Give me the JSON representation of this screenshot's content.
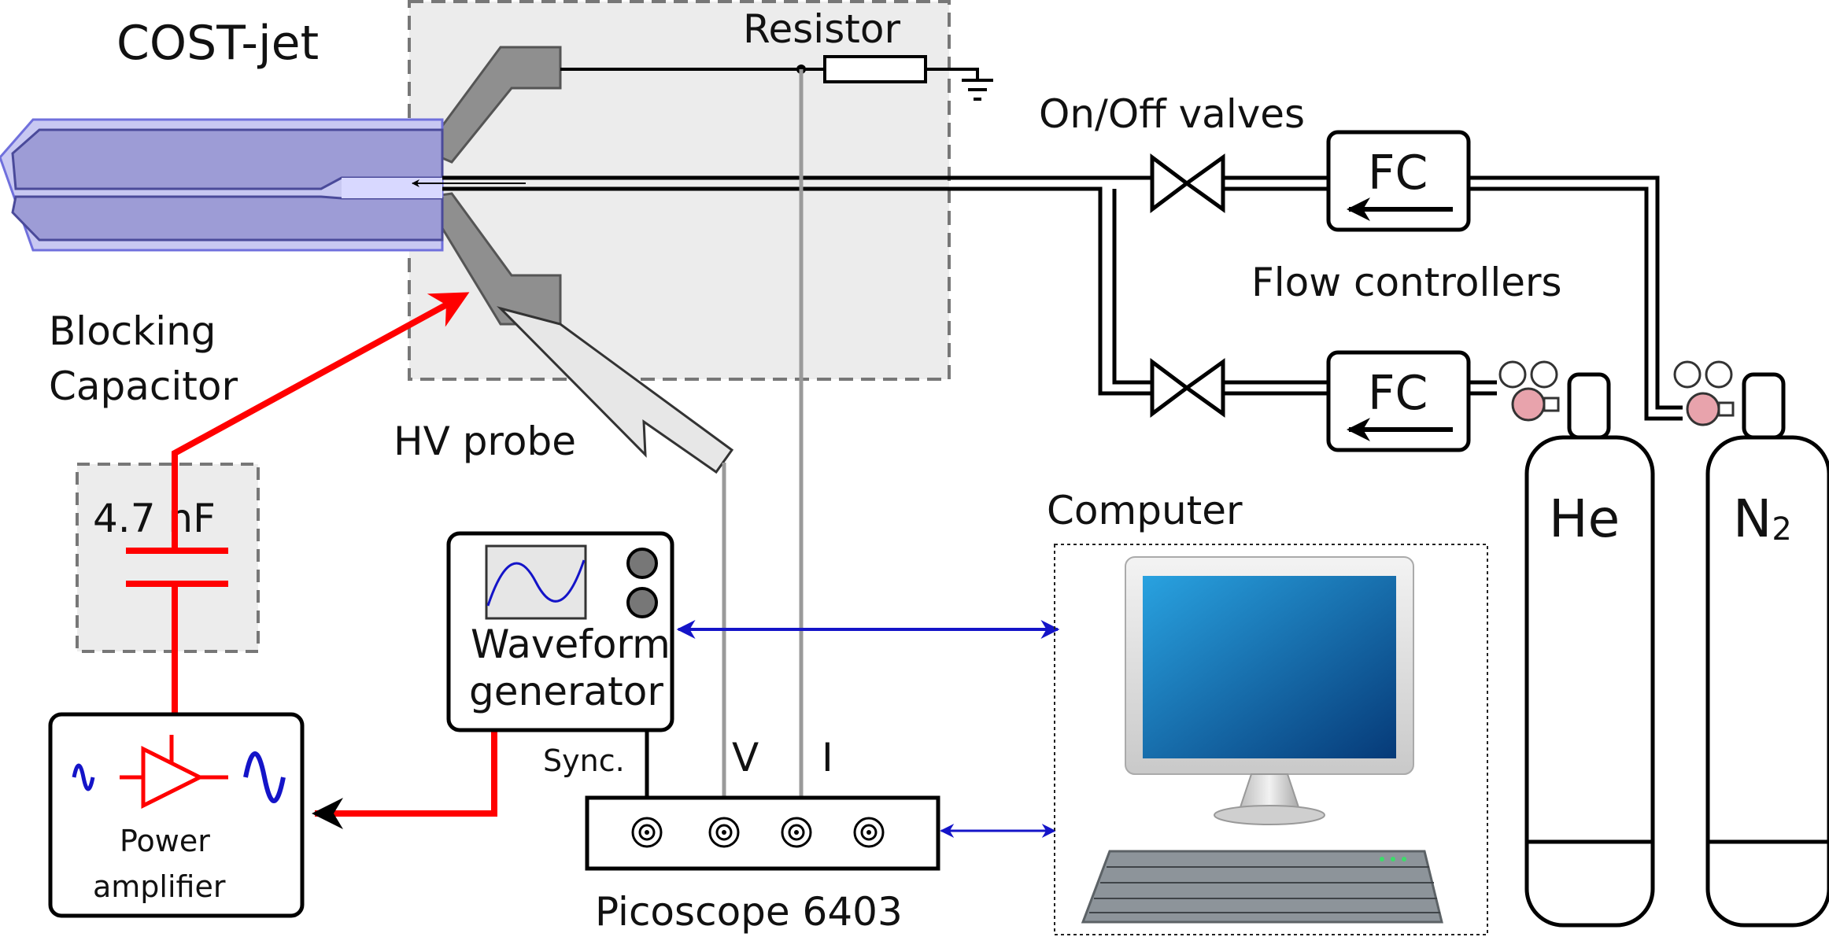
{
  "labels": {
    "cost_jet": "COST-jet",
    "resistor": "Resistor",
    "onoff_valves": "On/Off valves",
    "fc_top": "FC",
    "fc_bottom": "FC",
    "flow_controllers": "Flow controllers",
    "blocking_line1": "Blocking",
    "blocking_line2": "Capacitor",
    "capacitance": "4.7 nF",
    "hv_probe": "HV probe",
    "waveform_line1": "Waveform",
    "waveform_line2": "generator",
    "sync": "Sync.",
    "v": "V",
    "i": "I",
    "power_line1": "Power",
    "power_line2": "amplifier",
    "picoscope": "Picoscope 6403",
    "computer": "Computer",
    "he": "He",
    "n2_main": "N",
    "n2_sub": "2"
  },
  "colors": {
    "line": "#000000",
    "signal": "#ff0000",
    "data_link": "#1414c8",
    "probe_wire": "#9a9a9a",
    "jet_body": "#9d9cd6",
    "jet_outline": "#6e6ed8",
    "electrode": "#8f8f8f",
    "dashed_box": "#777777",
    "dashed_fill": "#ececec",
    "monitor_screen": "#0d6fb5",
    "gauge_center": "#e8a3ac"
  }
}
